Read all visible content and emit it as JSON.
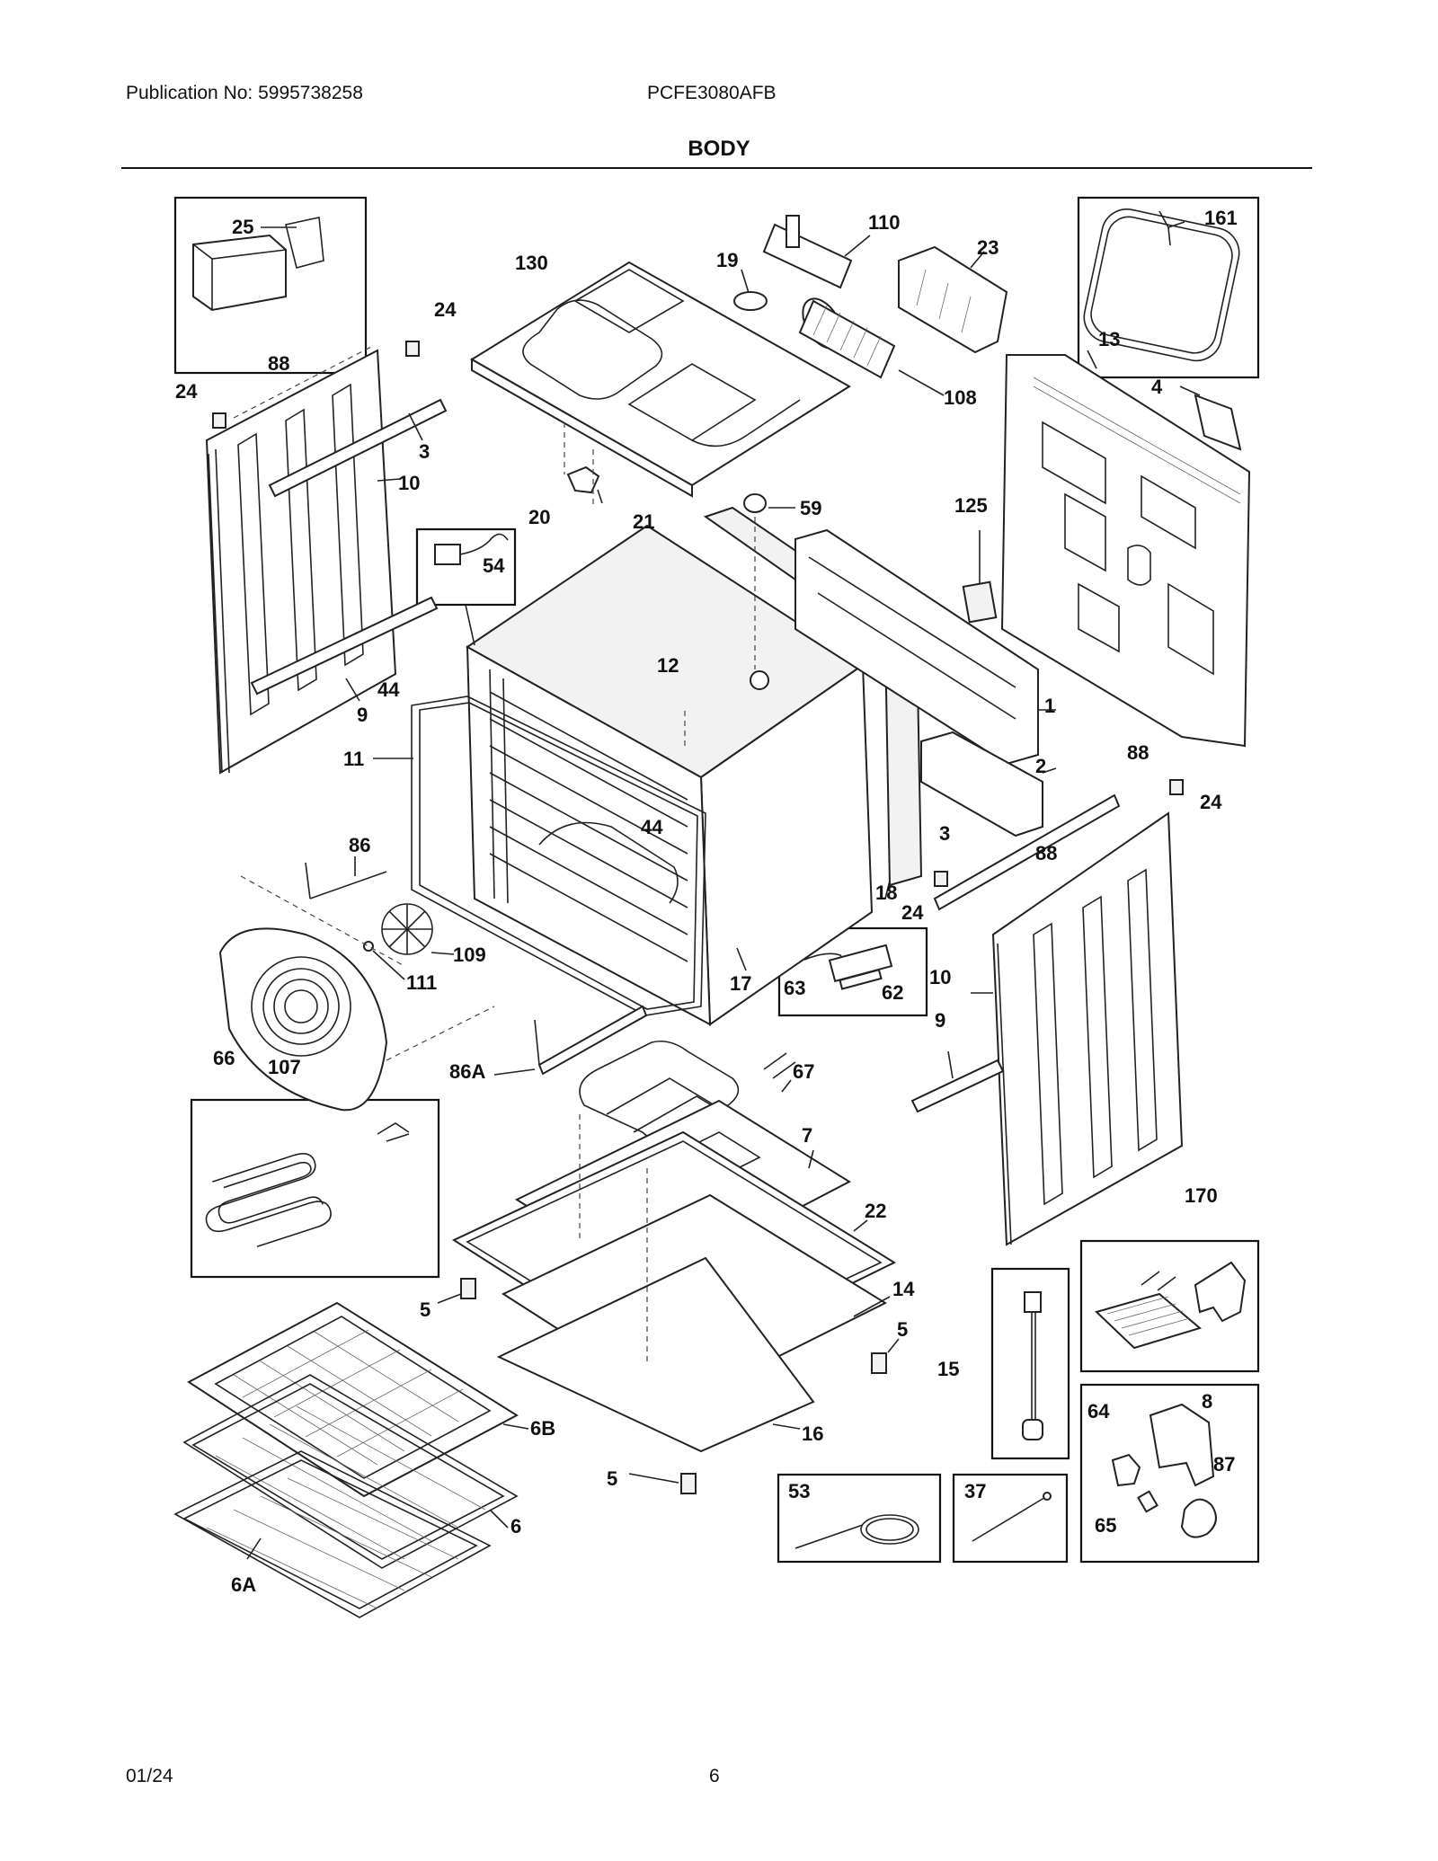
{
  "header": {
    "publication": "Publication No: 5995738258",
    "model": "PCFE3080AFB",
    "section_title": "BODY"
  },
  "footer": {
    "date": "01/24",
    "page": "6"
  },
  "callouts": [
    "25",
    "110",
    "23",
    "161",
    "130",
    "19",
    "24",
    "88",
    "13",
    "24",
    "4",
    "108",
    "3",
    "10",
    "125",
    "20",
    "21",
    "59",
    "54",
    "1",
    "44",
    "12",
    "9",
    "11",
    "2",
    "88",
    "24",
    "44",
    "86",
    "3",
    "88",
    "18",
    "24",
    "109",
    "111",
    "17",
    "63",
    "62",
    "10",
    "107",
    "66",
    "86A",
    "9",
    "67",
    "7",
    "170",
    "22",
    "14",
    "5",
    "5",
    "15",
    "6B",
    "16",
    "8",
    "64",
    "87",
    "5",
    "53",
    "37",
    "65",
    "6",
    "6A"
  ]
}
